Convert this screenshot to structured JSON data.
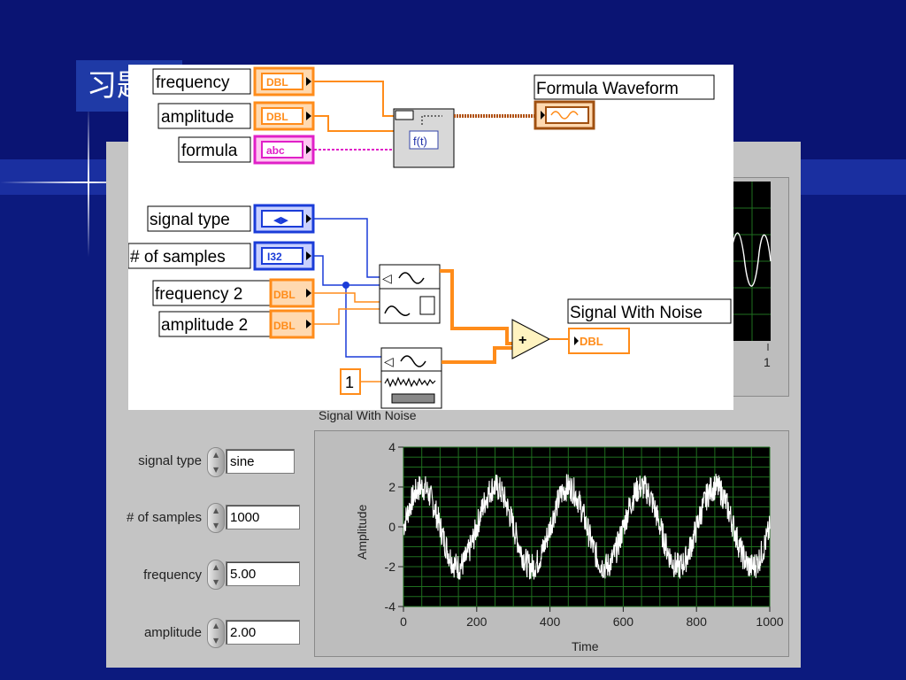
{
  "slide": {
    "title": "习题"
  },
  "diagram_top": {
    "controls": [
      {
        "label": "frequency",
        "terminal": "DBL",
        "color": "#ff8c1a"
      },
      {
        "label": "amplitude",
        "terminal": "DBL",
        "color": "#ff8c1a"
      },
      {
        "label": "formula",
        "terminal": "abc",
        "color": "#e020c8"
      }
    ],
    "vi_glyph": "f(t)",
    "indicator": {
      "label": "Formula Waveform"
    }
  },
  "diagram_bottom": {
    "controls": [
      {
        "label": "signal type",
        "terminal": "◀▶",
        "color": "#1a3cd8"
      },
      {
        "label": "# of samples",
        "terminal": "I32",
        "color": "#1a3cd8"
      },
      {
        "label": "frequency 2",
        "terminal": "DBL",
        "color": "#ff8c1a"
      },
      {
        "label": "amplitude 2",
        "terminal": "DBL",
        "color": "#ff8c1a"
      }
    ],
    "constant": "1",
    "add_glyph": "+",
    "indicator": {
      "label": "Signal With Noise",
      "terminal": "DBL"
    }
  },
  "front_panel": {
    "controls": [
      {
        "label": "signal type",
        "value": "sine"
      },
      {
        "label": "# of samples",
        "value": "1000"
      },
      {
        "label": "frequency",
        "value": "5.00"
      },
      {
        "label": "amplitude",
        "value": "2.00"
      }
    ],
    "partial_graph_tick": "1",
    "graph": {
      "title": "Signal With Noise",
      "xlabel": "Time",
      "ylabel": "Amplitude"
    }
  },
  "chart_data": {
    "type": "line",
    "title": "Signal With Noise",
    "xlabel": "Time",
    "ylabel": "Amplitude",
    "xlim": [
      0,
      1000
    ],
    "ylim": [
      -4,
      4
    ],
    "x_ticks": [
      "0",
      "200",
      "400",
      "600",
      "800",
      "1000"
    ],
    "y_ticks": [
      "4",
      "2",
      "0",
      "-2",
      "-4"
    ],
    "grid": true,
    "series": [
      {
        "signal": "sine",
        "samples": 1000,
        "frequency_cycles": 5.0,
        "amplitude": 2.0,
        "noise_amplitude": 0.5,
        "color": "#ffffff"
      }
    ],
    "plot_background": "#000000",
    "grid_color": "#1f6f1f"
  },
  "colors": {
    "background": "#0c1a7e",
    "panel": "#c4c4c4",
    "orange_wire": "#ff8c1a",
    "pink_wire": "#e020c8",
    "blue_wire": "#1a3cd8"
  }
}
